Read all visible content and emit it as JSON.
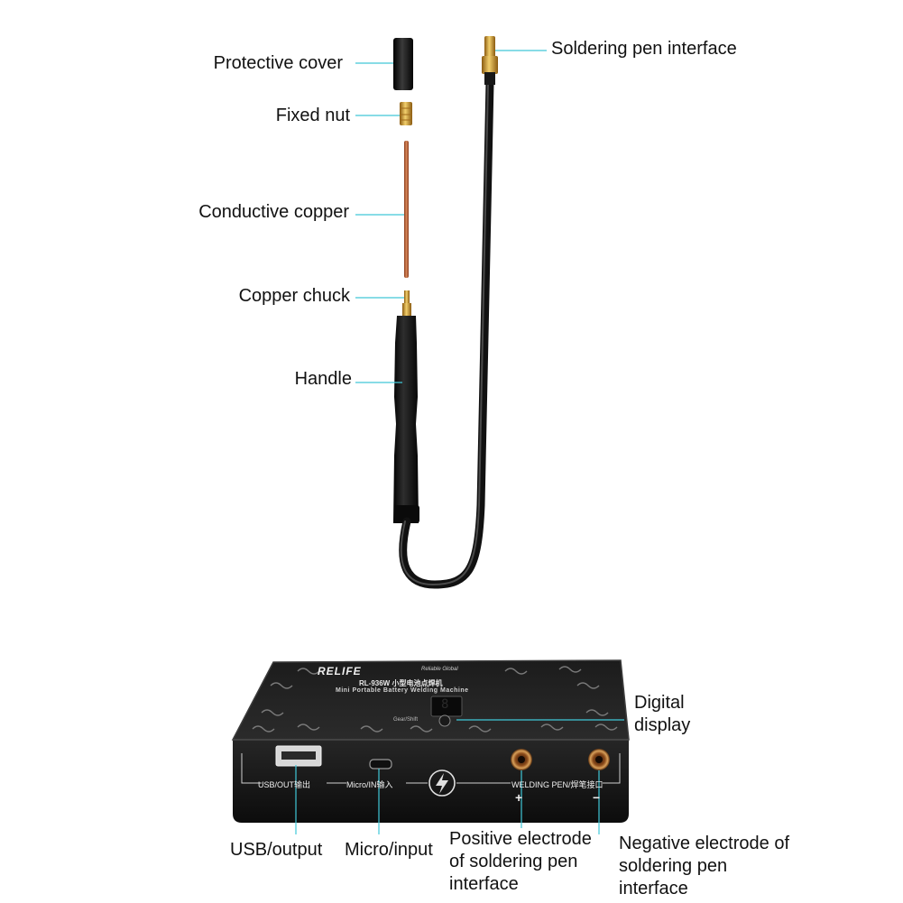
{
  "accent": "#40c8d8",
  "labels": {
    "protective_cover": "Protective cover",
    "fixed_nut": "Fixed nut",
    "conductive_copper": "Conductive copper",
    "copper_chuck": "Copper chuck",
    "handle": "Handle",
    "soldering_pen_interface": "Soldering pen interface",
    "digital_display": "Digital display",
    "usb_output": "USB/output",
    "micro_input": "Micro/input",
    "positive_electrode": "Positive electrode of soldering pen interface",
    "negative_electrode": "Negative electrode of soldering pen interface"
  },
  "device": {
    "brand": "RELIFE",
    "model": "RL-936W 小型电池点焊机",
    "subtitle": "Mini Portable Battery Welding Machine",
    "tagline": "Reliable Global",
    "gear_label": "Gear/Shift",
    "display_digit": "8",
    "usb_port_label": "USB/OUT输出",
    "micro_port_label": "Micro/IN输入",
    "welding_pen_label": "WELDING PEN/焊笔接口",
    "plus_sign": "+",
    "minus_sign": "−"
  }
}
